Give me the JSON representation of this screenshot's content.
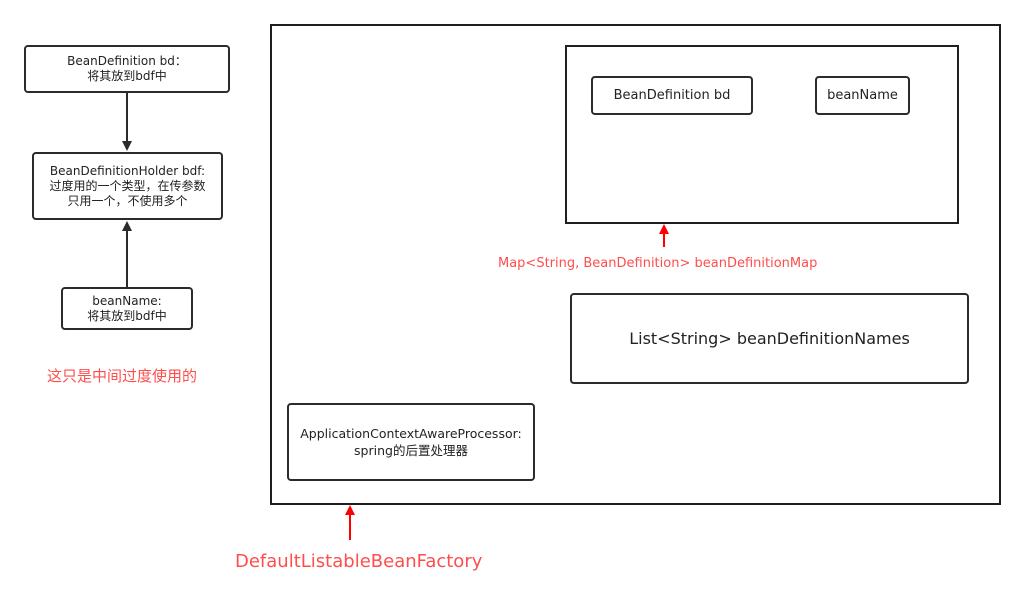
{
  "colors": {
    "stroke": "#2b2b2b",
    "annotation": "#ff4d4d",
    "arrow_red": "#ff0000"
  },
  "left_flow": {
    "bean_definition_box": {
      "lines": [
        "BeanDefinition bd：",
        "将其放到bdf中"
      ]
    },
    "holder_box": {
      "lines": [
        "BeanDefinitionHolder bdf:",
        "过度用的一个类型，在传参数",
        "只用一个，不使用多个"
      ]
    },
    "bean_name_box": {
      "lines": [
        "beanName:",
        "将其放到bdf中"
      ]
    },
    "note": "这只是中间过度使用的"
  },
  "factory": {
    "label": "DefaultListableBeanFactory",
    "map": {
      "label": "Map<String, BeanDefinition> beanDefinitionMap",
      "entry_value": "BeanDefinition bd",
      "entry_key": "beanName"
    },
    "names_list": "List<String> beanDefinitionNames",
    "processor": {
      "lines": [
        "ApplicationContextAwareProcessor:",
        "spring的后置处理器"
      ]
    }
  }
}
